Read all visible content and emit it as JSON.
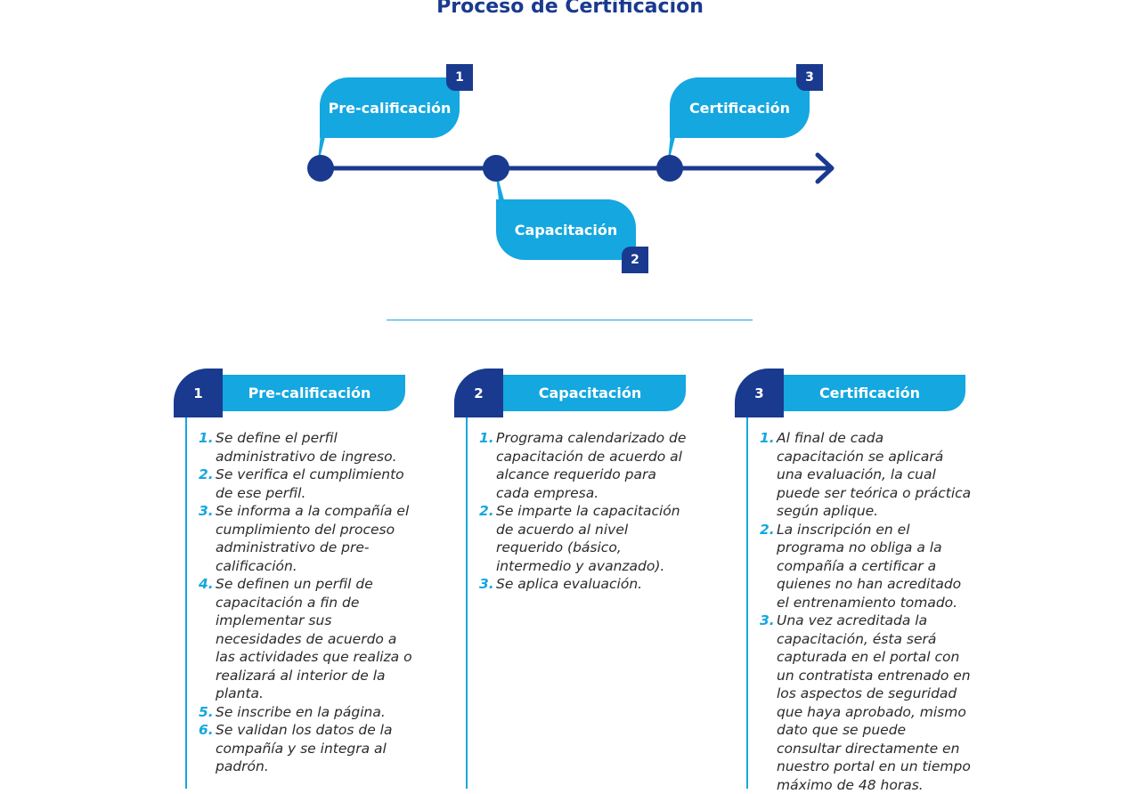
{
  "title": "Proceso de Certificación",
  "colors": {
    "dark": "#1a3a8f",
    "light": "#14a7e0",
    "text": "#2b2b2b"
  },
  "timeline": {
    "stages": [
      {
        "number": "1",
        "label": "Pre-calificación"
      },
      {
        "number": "2",
        "label": "Capacitación"
      },
      {
        "number": "3",
        "label": "Certificación"
      }
    ]
  },
  "cards": [
    {
      "number": "1",
      "title": "Pre-calificación",
      "items": [
        {
          "n": "1.",
          "text": "Se define el perfil administrativo de ingreso."
        },
        {
          "n": "2.",
          "text": "Se verifica el cumplimiento de ese perfil."
        },
        {
          "n": "3.",
          "text": "Se informa a la compañía el cumplimiento del proceso administrativo de pre-calificación."
        },
        {
          "n": "4.",
          "text": "Se definen un perfil de capacitación a fin de implementar sus necesidades de acuerdo a las actividades que realiza o realizará al interior de la planta."
        },
        {
          "n": "5.",
          "text": "Se inscribe en la página."
        },
        {
          "n": "6.",
          "text": "Se validan los datos de la compañía y se integra al padrón."
        }
      ]
    },
    {
      "number": "2",
      "title": "Capacitación",
      "items": [
        {
          "n": "1.",
          "text": "Programa calendarizado de capacitación de acuerdo al alcance requerido para cada empresa."
        },
        {
          "n": "2.",
          "text": "Se imparte la capacitación de acuerdo al nivel requerido (básico, intermedio y avanzado)."
        },
        {
          "n": "3.",
          "text": "Se aplica evaluación."
        }
      ]
    },
    {
      "number": "3",
      "title": "Certificación",
      "items": [
        {
          "n": "1.",
          "text": "Al final de cada capacitación se aplicará una evaluación, la cual puede ser teórica o práctica según aplique."
        },
        {
          "n": "2.",
          "text": "La inscripción en el programa no obliga a la compañía a certificar a quienes no han acreditado el entrenamiento tomado."
        },
        {
          "n": "3.",
          "text": "Una vez acreditada la capacitación, ésta será capturada en el portal con un contratista entrenado en los aspectos de seguridad que haya aprobado, mismo dato que se puede consultar directamente en nuestro portal en un tiempo máximo de 48 horas."
        }
      ]
    }
  ]
}
